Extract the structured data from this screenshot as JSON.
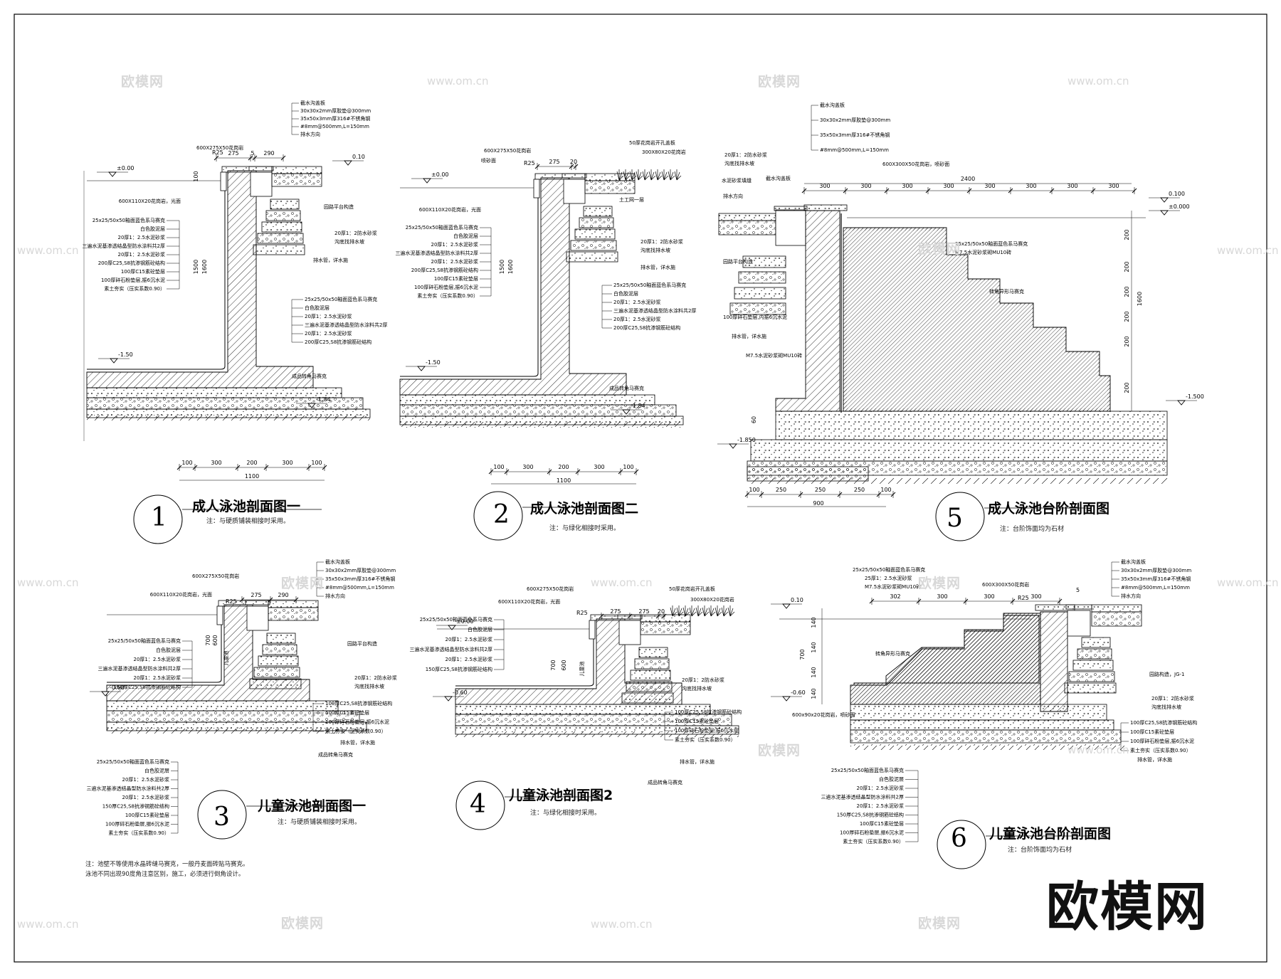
{
  "watermark": {
    "brand": "欧模网",
    "url": "www.om.cn"
  },
  "sections": [
    {
      "num": "1",
      "title": "成人泳池剖面图一",
      "note": "注：与硬质铺装相接时采用。",
      "labels": [
        "600X275X50花岗岩",
        "600X110X20花岗岩，光面",
        "25x25/50x50釉面蓝色系马赛克",
        "白色胶泥层",
        "20厚1：2.5水泥砂浆",
        "三遍水泥基渗透结晶型防水涂料共2厚",
        "20厚1：2.5水泥砂浆",
        "200厚C25,S8抗渗钢筋砼结构",
        "100厚C15素砼垫层",
        "100厚碎石粉垫层,振6沉水泥",
        "素土夯实（压实系数0.90）"
      ],
      "labels2": [
        "25x25/50x50釉面蓝色系马赛克",
        "白色胶泥层",
        "20厚1：2.5水泥砂浆",
        "三遍水泥基渗透结晶型防水涂料共2厚",
        "20厚1：2.5水泥砂浆",
        "200厚C25,S8抗渗钢筋砼结构"
      ],
      "top_labels": [
        "截水沟盖板",
        "30x30x2mm厚胶垫@300mm",
        "35x50x3mm厚316#不锈角钢",
        "#8mm@500mm,L=150mm",
        "排水方向",
        "园路平台构造",
        "20厚1：2防水砂浆",
        "沟底找排水坡",
        "排水管，详水施",
        "成品转角马赛克"
      ],
      "dims": [
        "275",
        "5",
        "290",
        "25",
        "R25",
        "100",
        "1600",
        "1500",
        "100",
        "300",
        "200",
        "300",
        "100",
        "1100"
      ],
      "levels": [
        "±0.00",
        "0.10",
        "-1.50",
        "-1.84"
      ]
    },
    {
      "num": "2",
      "title": "成人泳池剖面图二",
      "note": "注：与绿化相接时采用。",
      "labels": [
        "600X275X50花岗岩",
        "喷砂面",
        "600X110X20花岗岩，光面",
        "25x25/50x50釉面蓝色系马赛克",
        "白色胶泥层",
        "20厚1：2.5水泥砂浆",
        "三遍水泥基渗透结晶型防水涂料共2厚",
        "20厚1：2.5水泥砂浆",
        "200厚C25,S8抗渗钢筋砼结构",
        "100厚C15素砼垫层",
        "100厚碎石粉垫层,振6沉水泥",
        "素土夯实（压实系数0.90）"
      ],
      "labels2": [
        "25x25/50x50釉面蓝色系马赛克",
        "白色胶泥层",
        "20厚1：2.5水泥砂浆",
        "三遍水泥基渗透结晶型防水涂料共2厚",
        "20厚1：2.5水泥砂浆",
        "200厚C25,S8抗渗钢筋砼结构"
      ],
      "top_labels": [
        "50厚花岗岩开孔盖板",
        "300X80X20花岗岩",
        "土工网一层",
        "20厚1：2防水砂浆",
        "沟底找排水坡",
        "排水管，详水施",
        "成品转角马赛克"
      ],
      "dims": [
        "R25",
        "275",
        "20",
        "1600",
        "1500",
        "100",
        "300",
        "200",
        "300",
        "100",
        "1100"
      ],
      "levels": [
        "±0.00",
        "-1.50",
        "-1.84"
      ]
    },
    {
      "num": "5",
      "title": "成人泳池台阶剖面图",
      "note": "注：台阶饰面均为石材",
      "labels": [
        "20厚1：2防水砂浆",
        "沟底找排水坡",
        "水泥砂浆填缝",
        "截水沟盖板",
        "排水方向",
        "园路平台构造",
        "100厚碎石垫层,内振6沉水泥",
        "排水管，详水施",
        "M7.5水泥砂浆砌MU10砖",
        "25x25/50x50釉面蓝色系马赛克",
        "M7.5水泥砂浆砌MU10砖",
        "转角异形马赛克"
      ],
      "top_labels": [
        "截水沟盖板",
        "30x30x2mm厚胶垫@300mm",
        "35x50x3mm厚316#不锈角钢",
        "#8mm@500mm,L=150mm",
        "600X300X50花岗岩，喷砂面"
      ],
      "dims": [
        "2400",
        "300",
        "300",
        "300",
        "300",
        "300",
        "300",
        "300",
        "300",
        "200",
        "200",
        "200",
        "200",
        "200",
        "1600",
        "200",
        "60",
        "100",
        "250",
        "250",
        "250",
        "900",
        "100",
        "100"
      ],
      "levels": [
        "0.100",
        "±0.000",
        "-1.500",
        "-1.850"
      ]
    },
    {
      "num": "3",
      "title": "儿童泳池剖面图一",
      "note": "注：与硬质铺装相接时采用。",
      "labels": [
        "600X275X50花岗岩",
        "600X110X20花岗岩，光面",
        "25x25/50x50釉面蓝色系马赛克",
        "白色胶泥层",
        "20厚1：2.5水泥砂浆",
        "三遍水泥基渗透结晶型防水涂料共2厚",
        "20厚1：2.5水泥砂浆",
        "150厚C25,S8抗渗钢筋砼结构"
      ],
      "labels2": [
        "25x25/50x50釉面蓝色系马赛克",
        "白色胶泥层",
        "20厚1：2.5水泥砂浆",
        "三遍水泥基渗透结晶型防水涂料共2厚",
        "20厚1：2.5水泥砂浆",
        "150厚C25,S8抗渗钢筋砼结构",
        "100厚C15素砼垫层",
        "100厚碎石粉垫层,振6沉水泥",
        "素土夯实（压实系数0.90）"
      ],
      "top_labels": [
        "截水沟盖板",
        "30x30x2mm厚胶垫@300mm",
        "35x50x3mm厚316#不锈角钢",
        "#8mm@500mm,L=150mm",
        "排水方向",
        "园路平台构造",
        "20厚1：2防水砂浆",
        "沟底找排水坡",
        "100厚C25,S8抗渗钢筋砼结构",
        "100厚C15素砼垫层",
        "100厚碎石粉垫层,振6沉水泥",
        "素土夯实（压实系数0.90）",
        "排水管，详水施",
        "成品转角马赛克",
        "儿童池"
      ],
      "dims": [
        "R25",
        "275",
        "290",
        "700",
        "600"
      ],
      "levels": [
        "-0.60"
      ]
    },
    {
      "num": "4",
      "title": "儿童泳池剖面图2",
      "note": "注：与绿化相接时采用。",
      "labels": [
        "600X275X50花岗岩",
        "600X110X20花岗岩，光面",
        "25x25/50x50釉面蓝色系马赛克",
        "白色胶泥层",
        "20厚1：2.5水泥砂浆",
        "三遍水泥基渗透结晶型防水涂料共2厚",
        "20厚1：2.5水泥砂浆",
        "150厚C25,S8抗渗钢筋砼结构"
      ],
      "top_labels": [
        "50厚花岗岩开孔盖板",
        "300X80X20花岗岩",
        "20厚1：2防水砂浆",
        "沟底找排水坡",
        "100厚C25,S8抗渗钢筋砼结构",
        "100厚C15素砼垫层",
        "100厚碎石粉垫层,振6沉水泥",
        "素土夯实（压实系数0.90）",
        "排水管，详水施",
        "成品转角马赛克",
        "儿童池"
      ],
      "dims": [
        "R25",
        "275",
        "275",
        "20",
        "700",
        "600"
      ],
      "levels": [
        "±0.00",
        "-0.60"
      ]
    },
    {
      "num": "6",
      "title": "儿童泳池台阶剖面图",
      "note": "注：台阶饰面均为石材",
      "labels": [
        "25x25/50x50釉面蓝色系马赛克",
        "25厚1：2.5水泥砂浆",
        "M7.5水泥砂浆砌MU10砖",
        "600X300X50花岗岩",
        "转角异形马赛克",
        "600x90x20花岗岩，喷砂面"
      ],
      "labels2": [
        "25x25/50x50釉面蓝色系马赛克",
        "白色胶泥层",
        "20厚1：2.5水泥砂浆",
        "三遍水泥基渗透结晶型防水涂料共2厚",
        "20厚1：2.5水泥砂浆",
        "150厚C25,S8抗渗钢筋砼结构",
        "100厚C15素砼垫层",
        "100厚碎石粉垫层,振6沉水泥",
        "素土夯实（压实系数0.90）"
      ],
      "top_labels": [
        "截水沟盖板",
        "30x30x2mm厚胶垫@300mm",
        "35x50x3mm厚316#不锈角钢",
        "#8mm@500mm,L=150mm",
        "排水方向",
        "园路构造，JG-1",
        "20厚1：2防水砂浆",
        "沟底找排水坡",
        "100厚C25,S8抗渗钢筋砼结构",
        "100厚C15素砼垫层",
        "100厚碎石粉垫层,振6沉水泥",
        "素土夯实（压实系数0.90）",
        "排水管，详水施"
      ],
      "dims": [
        "302",
        "300",
        "300",
        "300",
        "R25",
        "5",
        "140",
        "140",
        "140",
        "140",
        "700"
      ],
      "levels": [
        "0.10",
        "-0.60"
      ]
    }
  ],
  "general_notes": [
    "注：池壁不等使用水晶砖缝马赛克，一般丹麦面砖贴马赛克。",
    "泳池不同出现90度角注意区别，施工，必须进行倒角设计。"
  ]
}
